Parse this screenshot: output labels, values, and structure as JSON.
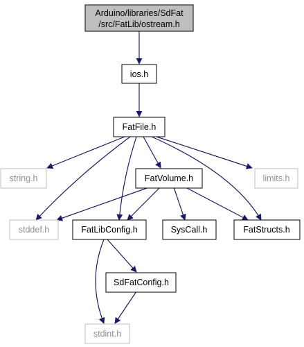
{
  "graph": {
    "root": {
      "line1": "Arduino/libraries/SdFat",
      "line2": "/src/FatLib/ostream.h"
    },
    "nodes": {
      "ios": "ios.h",
      "fatfile": "FatFile.h",
      "string": "string.h",
      "fatvolume": "FatVolume.h",
      "limits": "limits.h",
      "stddef": "stddef.h",
      "fatlibconfig": "FatLibConfig.h",
      "syscall": "SysCall.h",
      "fatstructs": "FatStructs.h",
      "sdfatconfig": "SdFatConfig.h",
      "stdint": "stdint.h"
    },
    "colors": {
      "edge": "#191970",
      "root_fill": "#bfbfbf",
      "internal_border": "#000000",
      "external_border": "#bfbfbf",
      "external_text": "#8f8f8f"
    },
    "edges": [
      [
        "root",
        "ios"
      ],
      [
        "ios",
        "fatfile"
      ],
      [
        "fatfile",
        "string"
      ],
      [
        "fatfile",
        "fatvolume"
      ],
      [
        "fatfile",
        "limits"
      ],
      [
        "fatfile",
        "stddef"
      ],
      [
        "fatfile",
        "fatlibconfig"
      ],
      [
        "fatfile",
        "fatstructs"
      ],
      [
        "fatvolume",
        "stddef"
      ],
      [
        "fatvolume",
        "fatlibconfig"
      ],
      [
        "fatvolume",
        "syscall"
      ],
      [
        "fatvolume",
        "fatstructs"
      ],
      [
        "fatlibconfig",
        "sdfatconfig"
      ],
      [
        "fatlibconfig",
        "stdint"
      ],
      [
        "sdfatconfig",
        "stdint"
      ]
    ]
  }
}
